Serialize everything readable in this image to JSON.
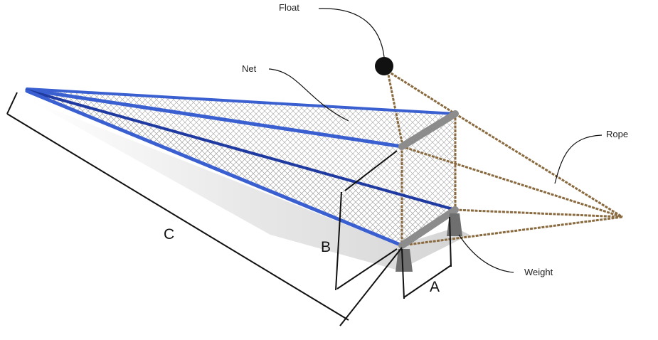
{
  "labels": {
    "float": "Float",
    "net": "Net",
    "rope": "Rope",
    "weight": "Weight"
  },
  "dimensions": {
    "a": "A",
    "b": "B",
    "c": "C"
  },
  "colors": {
    "pipe_blue": "#3a5fd0",
    "pipe_dark": "#1f3aa0",
    "rope": "#8a6a3f",
    "frame": "#8c8c8c",
    "net": "#9a9a9a",
    "float": "#111111",
    "lines": "#111111"
  }
}
